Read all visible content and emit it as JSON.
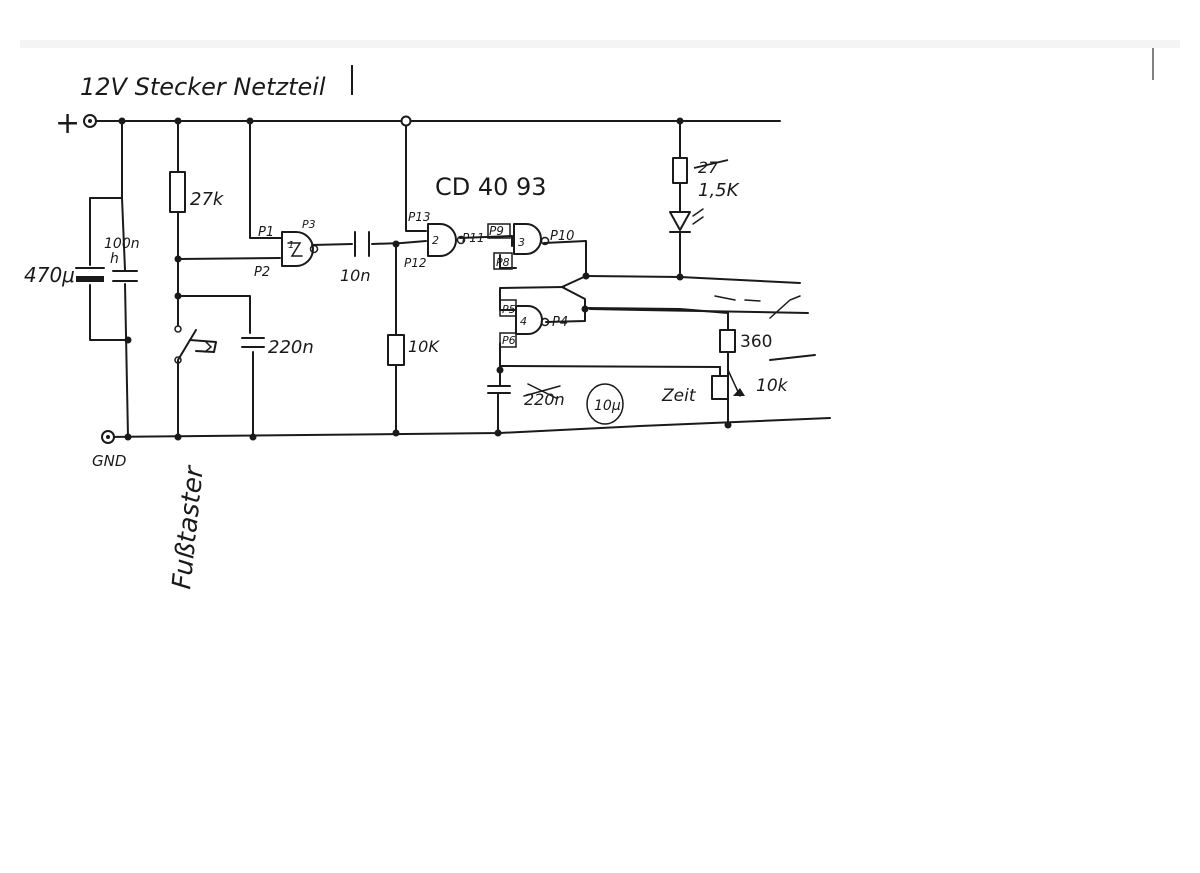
{
  "labels": {
    "supply": "12V Stecker Netzteil",
    "plus": "+",
    "gnd": "GND",
    "ic": "CD 40 93",
    "footswitch": "Fußtaster",
    "zeit": "Zeit"
  },
  "components": {
    "c_470": "470μ",
    "c_100n": "100n",
    "c_100n_sub": "h",
    "r_27k": "27k",
    "c_220n": "220n",
    "c_10n": "10n",
    "r_10k": "10K",
    "r_27": "27",
    "r_15k": "1,5K",
    "r_360": "360",
    "pot_10k": "10k",
    "c_timing_old": "220n",
    "c_timing_new": "10μ"
  },
  "pins": {
    "p1": "P1",
    "p2": "P2",
    "p3": "P3",
    "p13": "P13",
    "p12": "P12",
    "p11": "P11",
    "p9": "P9",
    "p8": "P8",
    "p10": "P10",
    "p5": "P5",
    "p6": "P6",
    "p4": "P4"
  },
  "gate_numbers": {
    "g1": "1",
    "g2": "2",
    "g3": "3",
    "g4": "4"
  }
}
